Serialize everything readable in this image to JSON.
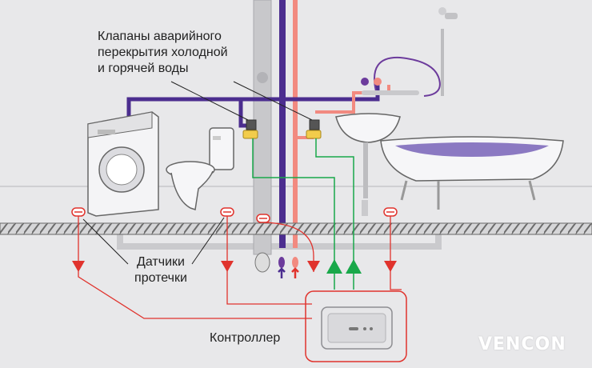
{
  "labels": {
    "valves": [
      "Клапаны аварийного",
      "перекрытия холодной",
      "и горячей воды"
    ],
    "sensors": [
      "Датчики",
      "протечки"
    ],
    "controller": "Контроллер"
  },
  "brand": "VENCON",
  "colors": {
    "wall": "#e8e8ea",
    "cold_pipe": "#4b2d8f",
    "hot_pipe": "#f28a80",
    "drain_pipe": "#c9c9cc",
    "signal_red": "#e0332d",
    "signal_green": "#19a84a",
    "floor_hatch": "#777777"
  }
}
